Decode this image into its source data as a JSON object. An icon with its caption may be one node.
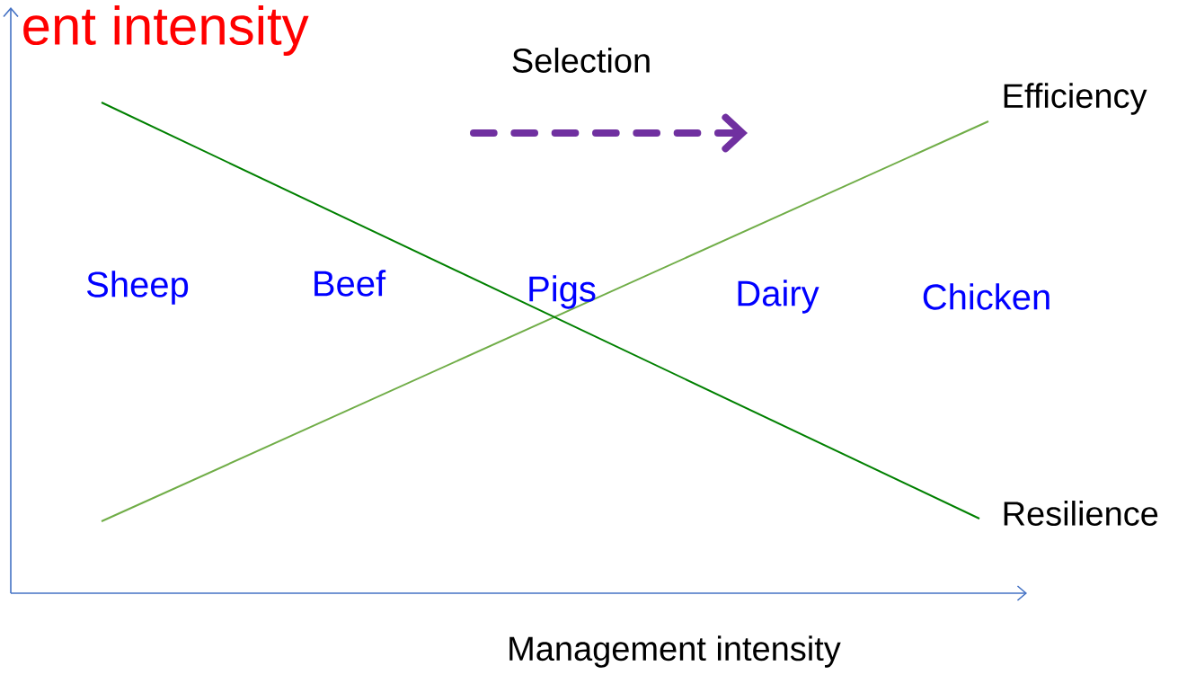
{
  "diagram": {
    "labels": [
      "ent intensity",
      "Selection",
      "Efficiency",
      "Sheep",
      "Beef",
      "Pigs",
      "Dairy",
      "Chicken",
      "Resilience",
      "Management intensity"
    ]
  }
}
